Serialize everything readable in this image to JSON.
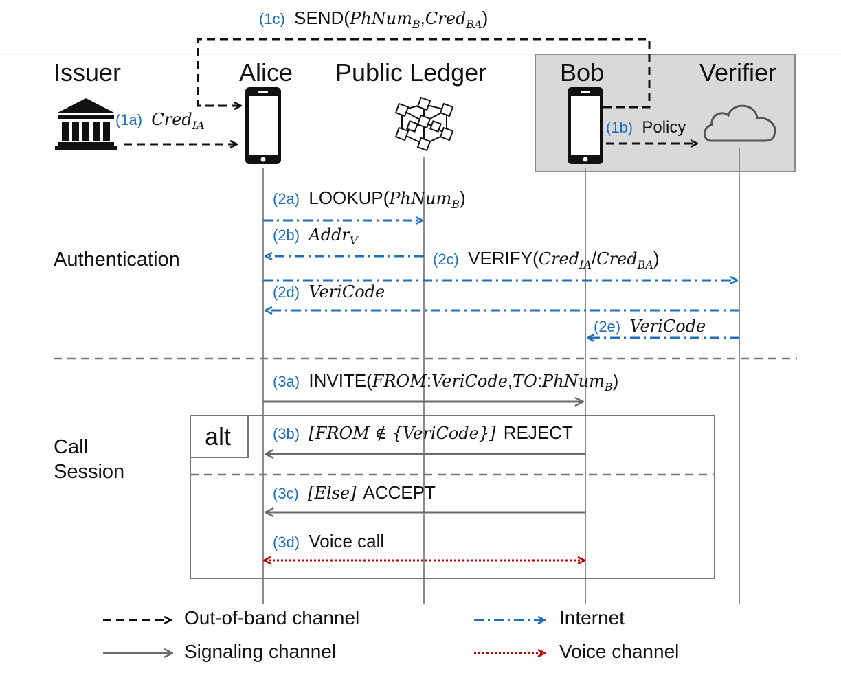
{
  "actors": {
    "issuer": "Issuer",
    "alice": "Alice",
    "ledger": "Public Ledger",
    "bob": "Bob",
    "verifier": "Verifier"
  },
  "sections": {
    "authentication": "Authentication",
    "call_line1": "Call",
    "call_line2": "Session"
  },
  "alt_label": "alt",
  "messages": {
    "m1c": {
      "step": "(1c)",
      "text": "SEND(",
      "math1": "PhNum",
      "sub1": "B",
      "sep": ",",
      "math2": "Cred",
      "sub2": "BA",
      "close": ")"
    },
    "m1a": {
      "step": "(1a)",
      "math": "Cred",
      "sub": "IA"
    },
    "m1b": {
      "step": "(1b)",
      "text": "Policy"
    },
    "m2a": {
      "step": "(2a)",
      "text": "LOOKUP(",
      "math": "PhNum",
      "sub": "B",
      "close": ")"
    },
    "m2b": {
      "step": "(2b)",
      "math": "Addr",
      "sub": "V"
    },
    "m2c": {
      "step": "(2c)",
      "text": "VERIFY(",
      "math1": "Cred",
      "sub1": "IA",
      "sep": "/",
      "math2": "Cred",
      "sub2": "BA",
      "close": ")"
    },
    "m2d": {
      "step": "(2d)",
      "math": "VeriCode"
    },
    "m2e": {
      "step": "(2e)",
      "math": "VeriCode"
    },
    "m3a": {
      "step": "(3a)",
      "text": "INVITE(",
      "math1": "FROM",
      "c1": ":",
      "math2": "VeriCode",
      "c2": ",",
      "math3": "TO",
      "c3": ":",
      "math4": "PhNum",
      "sub4": "B",
      "close": ")"
    },
    "m3b": {
      "step": "(3b)",
      "math": "[FROM ∉ {VeriCode}]",
      "text": "REJECT"
    },
    "m3c": {
      "step": "(3c)",
      "math": "[Else]",
      "text": "ACCEPT"
    },
    "m3d": {
      "step": "(3d)",
      "text": "Voice call"
    }
  },
  "legend": {
    "oob": "Out-of-band channel",
    "internet": "Internet",
    "signaling": "Signaling channel",
    "voice": "Voice channel"
  },
  "colors": {
    "internet": "#1f6fba",
    "signaling": "#6b6b6b",
    "voice": "#c00000",
    "oob": "#111111",
    "trust_box": "#d9d9d9"
  },
  "icons": {
    "issuer": "bank-icon",
    "alice": "smartphone-icon",
    "ledger": "blockchain-icon",
    "bob": "smartphone-icon",
    "verifier": "cloud-icon"
  }
}
